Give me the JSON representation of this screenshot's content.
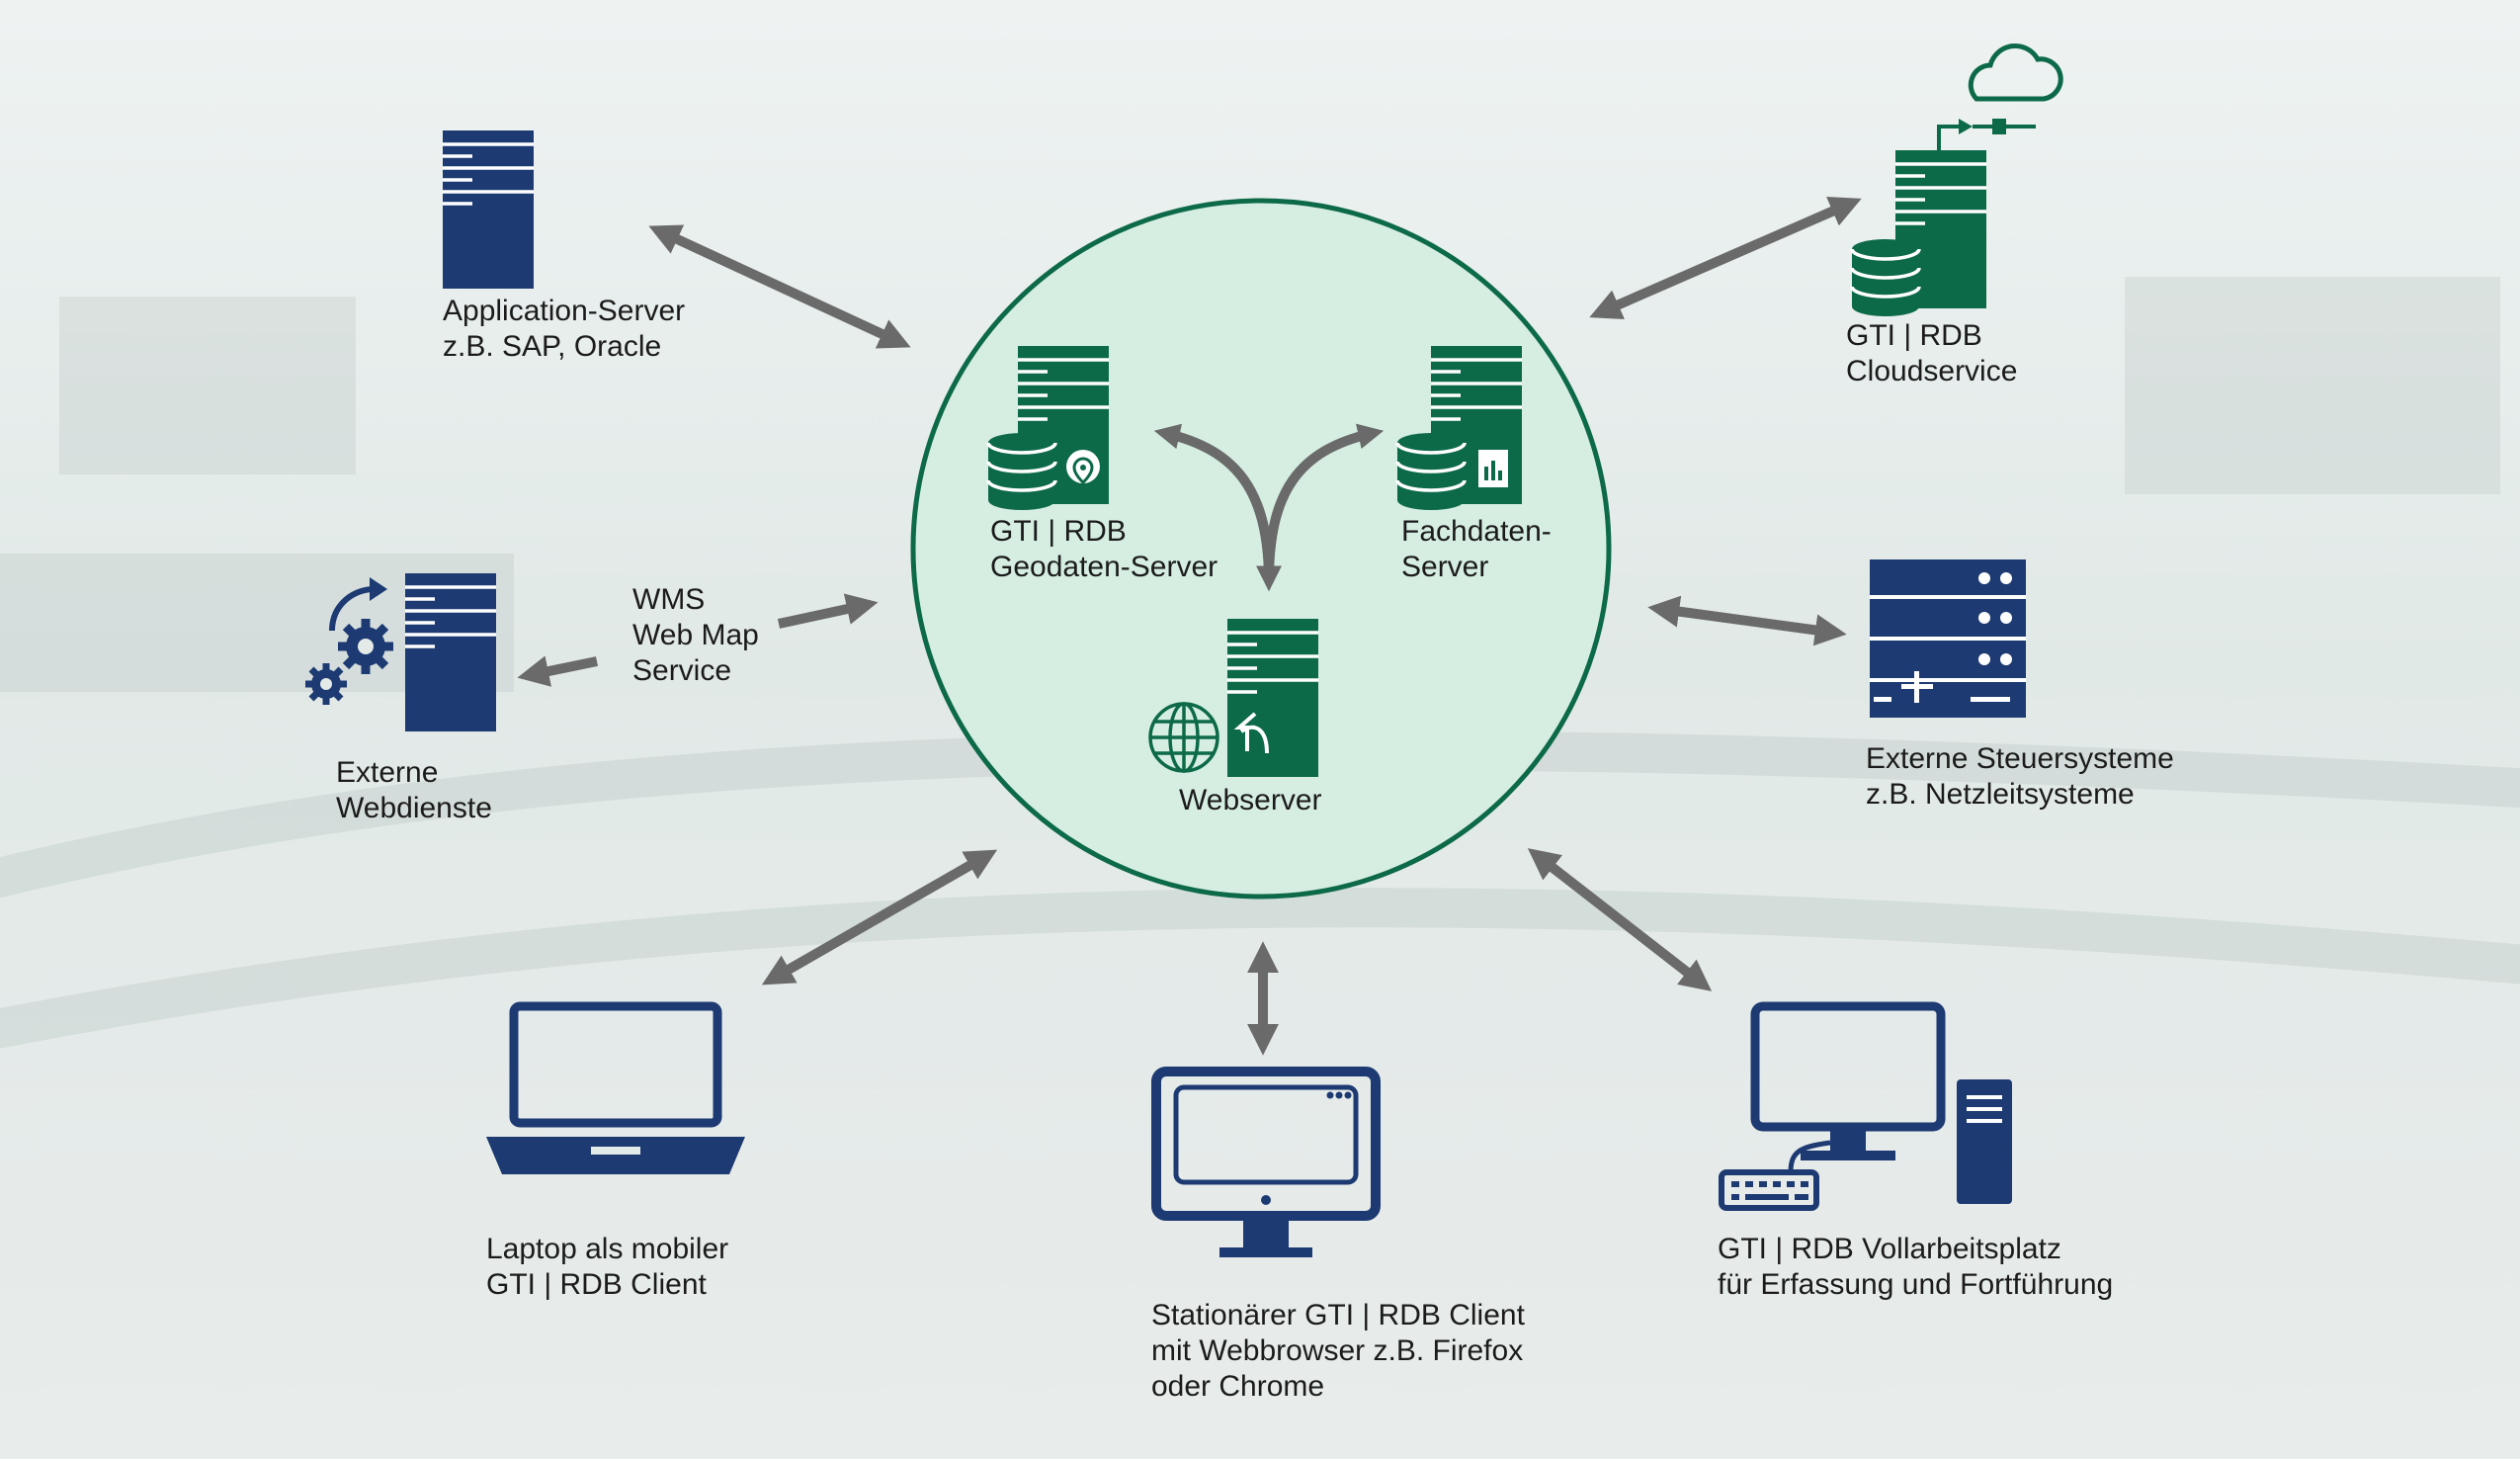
{
  "colors": {
    "navy": "#1d3a72",
    "green": "#0d6a49",
    "arrow": "#6a6a6a",
    "circle_fill": "#d6eee2",
    "circle_stroke": "#0d6a49"
  },
  "hub": {
    "geodaten": {
      "line1": "GTI | RDB",
      "line2": "Geodaten-Server"
    },
    "fachdaten": {
      "line1": "Fachdaten-",
      "line2": "Server"
    },
    "webserver": {
      "line1": "Webserver"
    }
  },
  "nodes": {
    "app_server": {
      "line1": "Application-Server",
      "line2": "z.B. SAP, Oracle"
    },
    "cloud": {
      "line1": "GTI | RDB",
      "line2": "Cloudservice"
    },
    "wms": {
      "line1": "WMS",
      "line2": "Web Map",
      "line3": "Service"
    },
    "webdienste": {
      "line1": "Externe",
      "line2": "Webdienste"
    },
    "steuersysteme": {
      "line1": "Externe Steuersysteme",
      "line2": "z.B. Netzleitsysteme"
    },
    "laptop": {
      "line1": "Laptop als mobiler",
      "line2": "GTI | RDB Client"
    },
    "stationaer": {
      "line1": "Stationärer GTI | RDB Client",
      "line2": "mit Webbrowser z.B. Firefox",
      "line3": "oder Chrome"
    },
    "vollarbeitsplatz": {
      "line1": "GTI | RDB Vollarbeitsplatz",
      "line2": "für Erfassung und Fortführung"
    }
  },
  "icons": [
    "server-icon",
    "database-icon",
    "location-pin-icon",
    "document-chart-icon",
    "globe-icon",
    "cloud-icon",
    "gears-icon",
    "control-panel-icon",
    "laptop-icon",
    "monitor-icon",
    "desktop-pc-icon",
    "keyboard-icon"
  ]
}
